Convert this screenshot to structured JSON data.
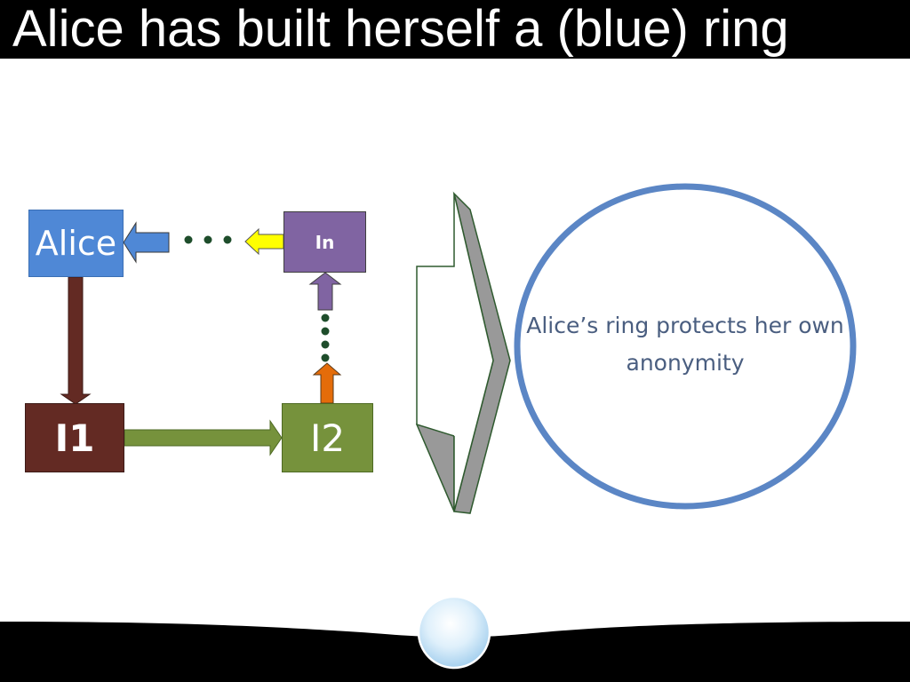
{
  "slide": {
    "title": "Alice has built herself a (blue) ring"
  },
  "diagram": {
    "nodes": {
      "alice": "Alice",
      "in": "In",
      "i1": "I1",
      "i2": "I2"
    },
    "ring_label": "Alice’s ring protects her own anonymity"
  },
  "colors": {
    "alice": "#4f88d6",
    "in": "#8064a2",
    "i1": "#632a23",
    "i2": "#76923c",
    "ring": "#5b86c5",
    "arrow_yellow": "#ffff00",
    "arrow_orange": "#e46c0a",
    "dots": "#1e4d2b"
  }
}
